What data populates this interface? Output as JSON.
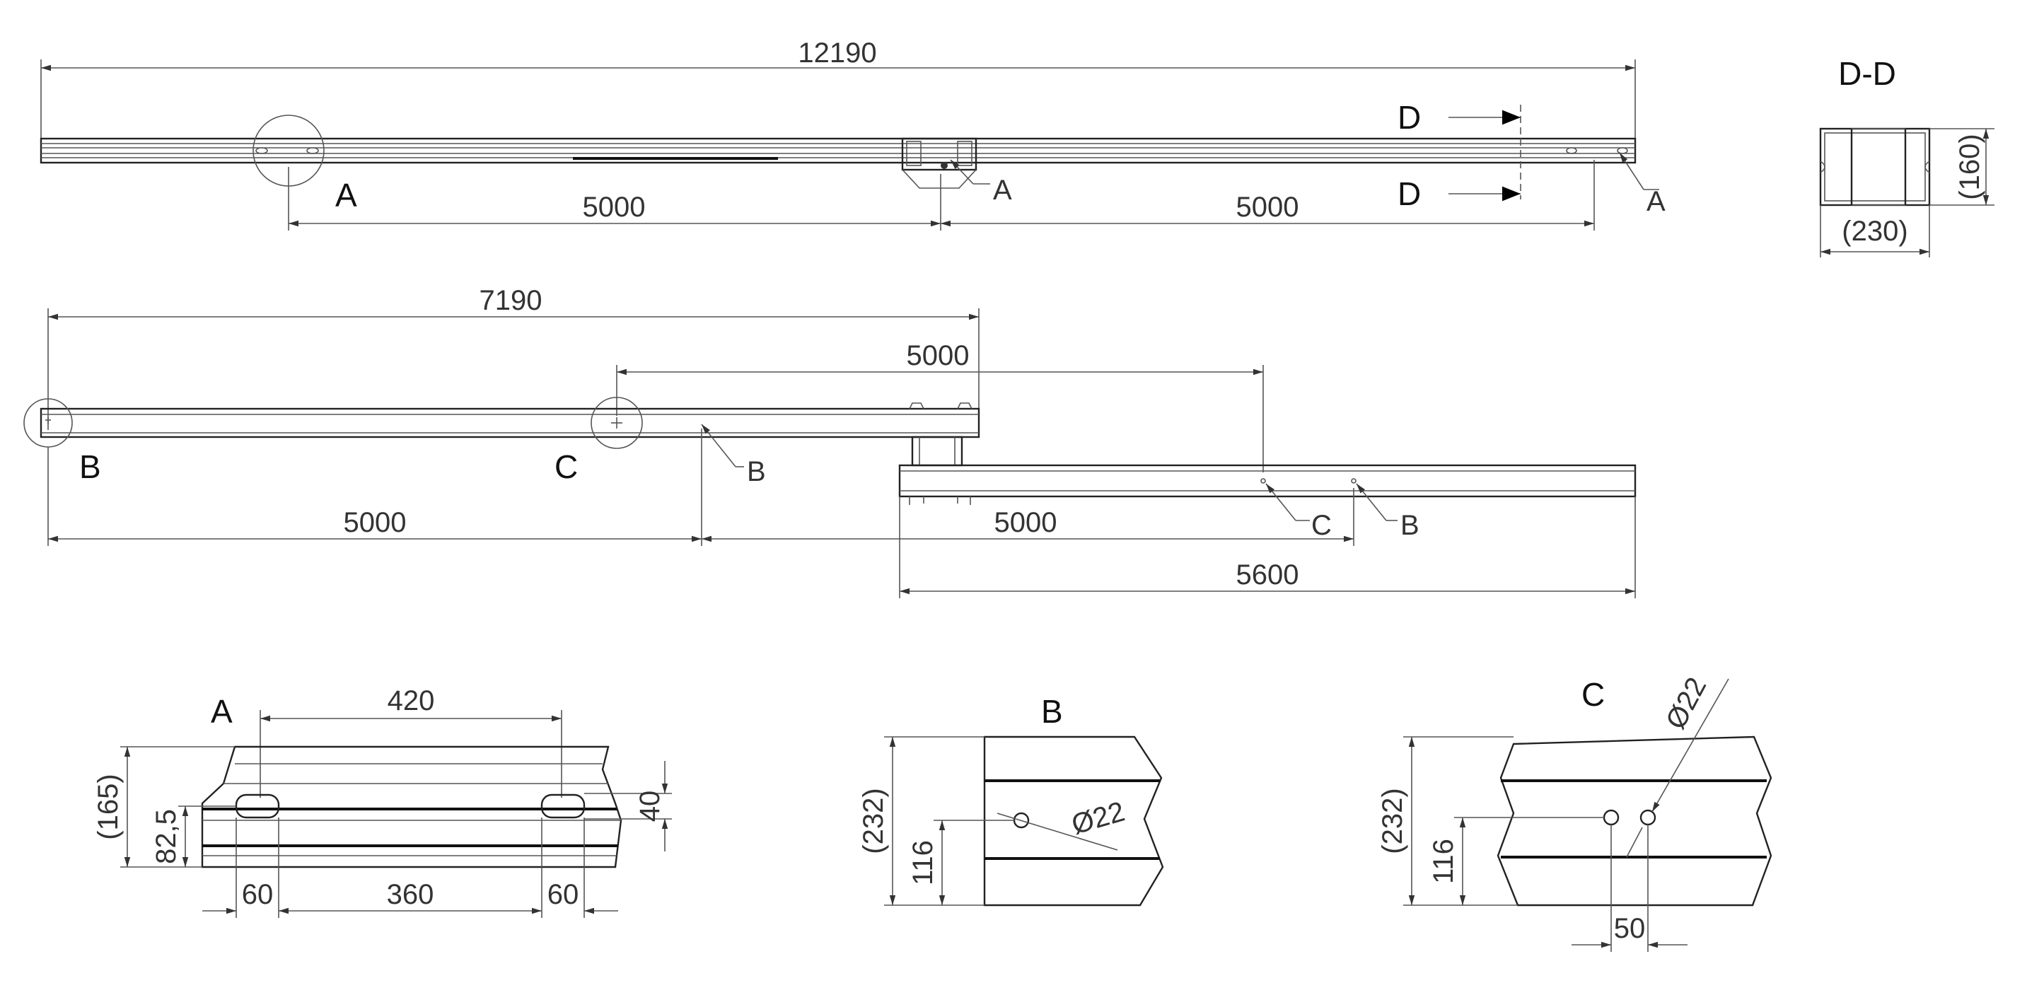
{
  "top_view": {
    "overall": "12190",
    "span_left": "5000",
    "span_right": "5000",
    "callout_circle": "A",
    "leader_mid": "A",
    "leader_right": "A",
    "section_top": "D",
    "section_bottom": "D"
  },
  "section_dd": {
    "title": "D-D",
    "height": "(160)",
    "width": "(230)"
  },
  "middle_view": {
    "overall": "7190",
    "offset": "5000",
    "span_left": "5000",
    "span_mid": "5000",
    "lower_length": "5600",
    "circle_b": "B",
    "circle_c": "C",
    "leader_b1": "B",
    "leader_c": "C",
    "leader_b2": "B"
  },
  "detail_a": {
    "title": "A",
    "hole_spacing": "420",
    "height": "(165)",
    "center_height": "82,5",
    "slot_height": "40",
    "slot_left": "60",
    "between": "360",
    "slot_right": "60"
  },
  "detail_b": {
    "title": "B",
    "height": "(232)",
    "center": "116",
    "diameter": "Ø22"
  },
  "detail_c": {
    "title": "C",
    "height": "(232)",
    "center": "116",
    "diameter": "Ø22",
    "spacing": "50"
  }
}
